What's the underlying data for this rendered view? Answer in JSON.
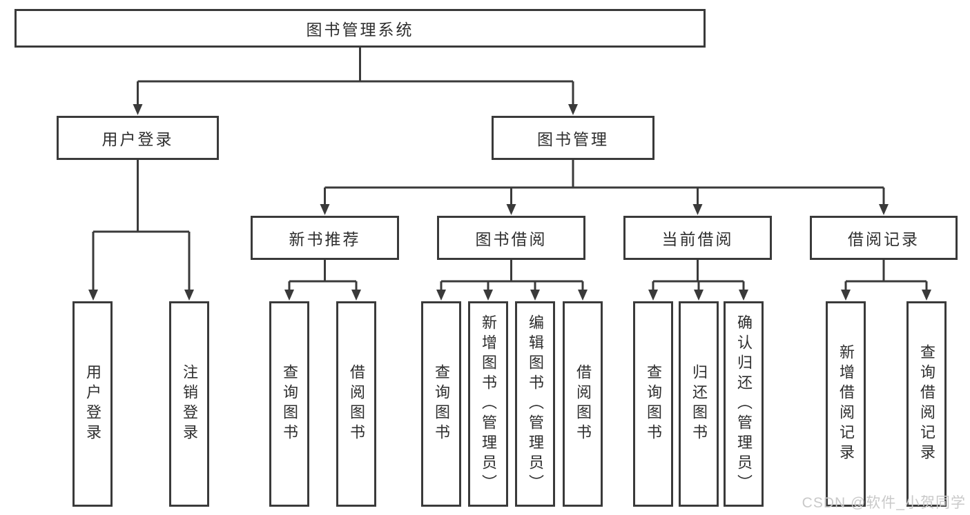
{
  "diagram": {
    "root": {
      "label": "图书管理系统"
    },
    "level2": [
      {
        "label": "用户登录"
      },
      {
        "label": "图书管理"
      }
    ],
    "level3": [
      {
        "label": "新书推荐"
      },
      {
        "label": "图书借阅"
      },
      {
        "label": "当前借阅"
      },
      {
        "label": "借阅记录"
      }
    ],
    "leaves": {
      "user": [
        "用户登录",
        "注销登录"
      ],
      "recommend": [
        "查询图书",
        "借阅图书"
      ],
      "borrow": [
        "查询图书",
        "新增图书（管理员）",
        "编辑图书（管理员）",
        "借阅图书"
      ],
      "current": [
        "查询图书",
        "归还图书",
        "确认归还（管理员）"
      ],
      "records": [
        "新增借阅记录",
        "查询借阅记录"
      ]
    }
  },
  "watermark": {
    "text": "CSDN @软件_小贺同学"
  },
  "colors": {
    "line": "#3a3a3a",
    "box_border": "#3a3a3a",
    "text": "#2e2e2e",
    "background": "#ffffff",
    "watermark": "#c9c9c9"
  }
}
